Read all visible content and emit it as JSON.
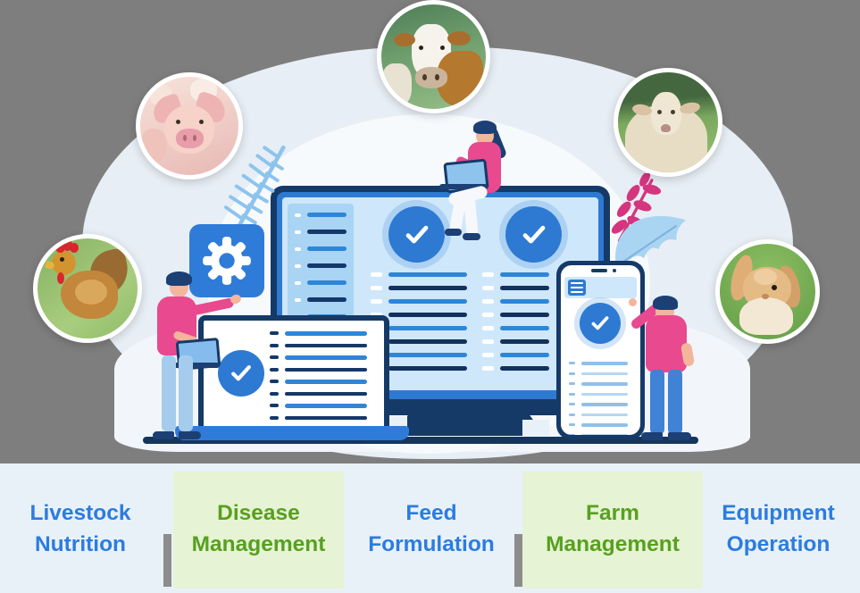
{
  "title": "Farm management illustration banner",
  "categories": [
    {
      "line1": "Livestock",
      "line2": "Nutrition",
      "highlight": false
    },
    {
      "line1": "Disease",
      "line2": "Management",
      "highlight": true
    },
    {
      "line1": "Feed",
      "line2": "Formulation",
      "highlight": false
    },
    {
      "line1": "Farm",
      "line2": "Management",
      "highlight": true
    },
    {
      "line1": "Equipment",
      "line2": "Operation",
      "highlight": false
    }
  ],
  "colors": {
    "category_blue": "#2b7ce0",
    "category_green": "#58a01f",
    "highlight_bg": "#e6f3d5",
    "band_bg": "#e9f1f8",
    "divider_gray": "#8c8c8c",
    "accent_blue": "#2e7ad2",
    "navy": "#153a68",
    "screen_blue": "#cfe7fa",
    "pink": "#e8498f",
    "backdrop_gray": "#7e7e7e"
  },
  "animals": [
    {
      "name": "cow",
      "position": "top-center"
    },
    {
      "name": "pig",
      "position": "upper-left"
    },
    {
      "name": "sheep",
      "position": "upper-right"
    },
    {
      "name": "chicken",
      "position": "middle-left"
    },
    {
      "name": "rabbit",
      "position": "middle-right"
    }
  ],
  "illustration": {
    "monitor_sidebar_rows": 8,
    "monitor_main_rows": 8,
    "laptop_rows": 8,
    "phone_rows": 8,
    "check_badges": 4
  }
}
